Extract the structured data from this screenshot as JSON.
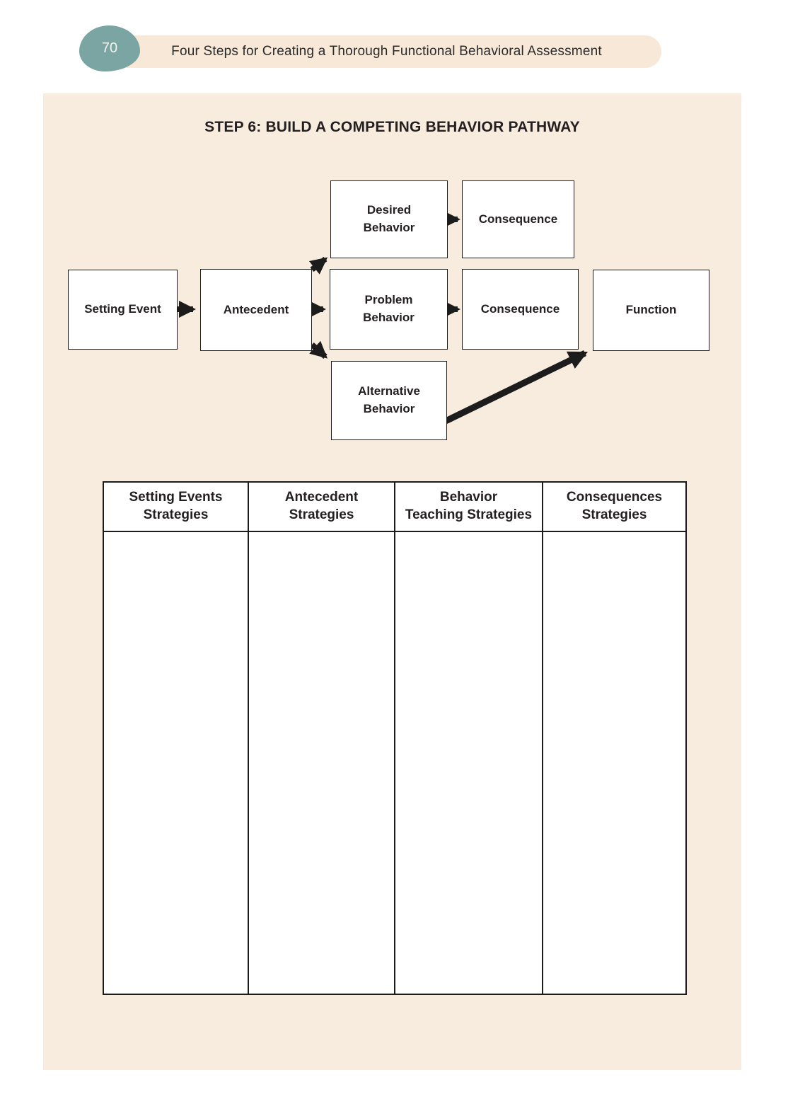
{
  "page": {
    "number": "70",
    "header_title": "Four Steps for Creating a Thorough Functional Behavioral Assessment",
    "section_title": "STEP 6: BUILD A COMPETING BEHAVIOR PATHWAY"
  },
  "diagram": {
    "boxes": {
      "setting_event": "Setting Event",
      "antecedent": "Antecedent",
      "desired_behavior": "Desired\nBehavior",
      "problem_behavior": "Problem\nBehavior",
      "alternative_behavior": "Alternative\nBehavior",
      "consequence_top": "Consequence",
      "consequence_mid": "Consequence",
      "function": "Function"
    }
  },
  "table": {
    "headers": [
      "Setting Events\nStrategies",
      "Antecedent\nStrategies",
      "Behavior\nTeaching Strategies",
      "Consequences\nStrategies"
    ],
    "rows": [
      [
        "",
        "",
        "",
        ""
      ]
    ]
  },
  "colors": {
    "accent_teal": "#7aa5a3",
    "panel_cream": "#f8ecdf",
    "header_pill": "#f8e8d8",
    "ink": "#1c1c1c"
  }
}
